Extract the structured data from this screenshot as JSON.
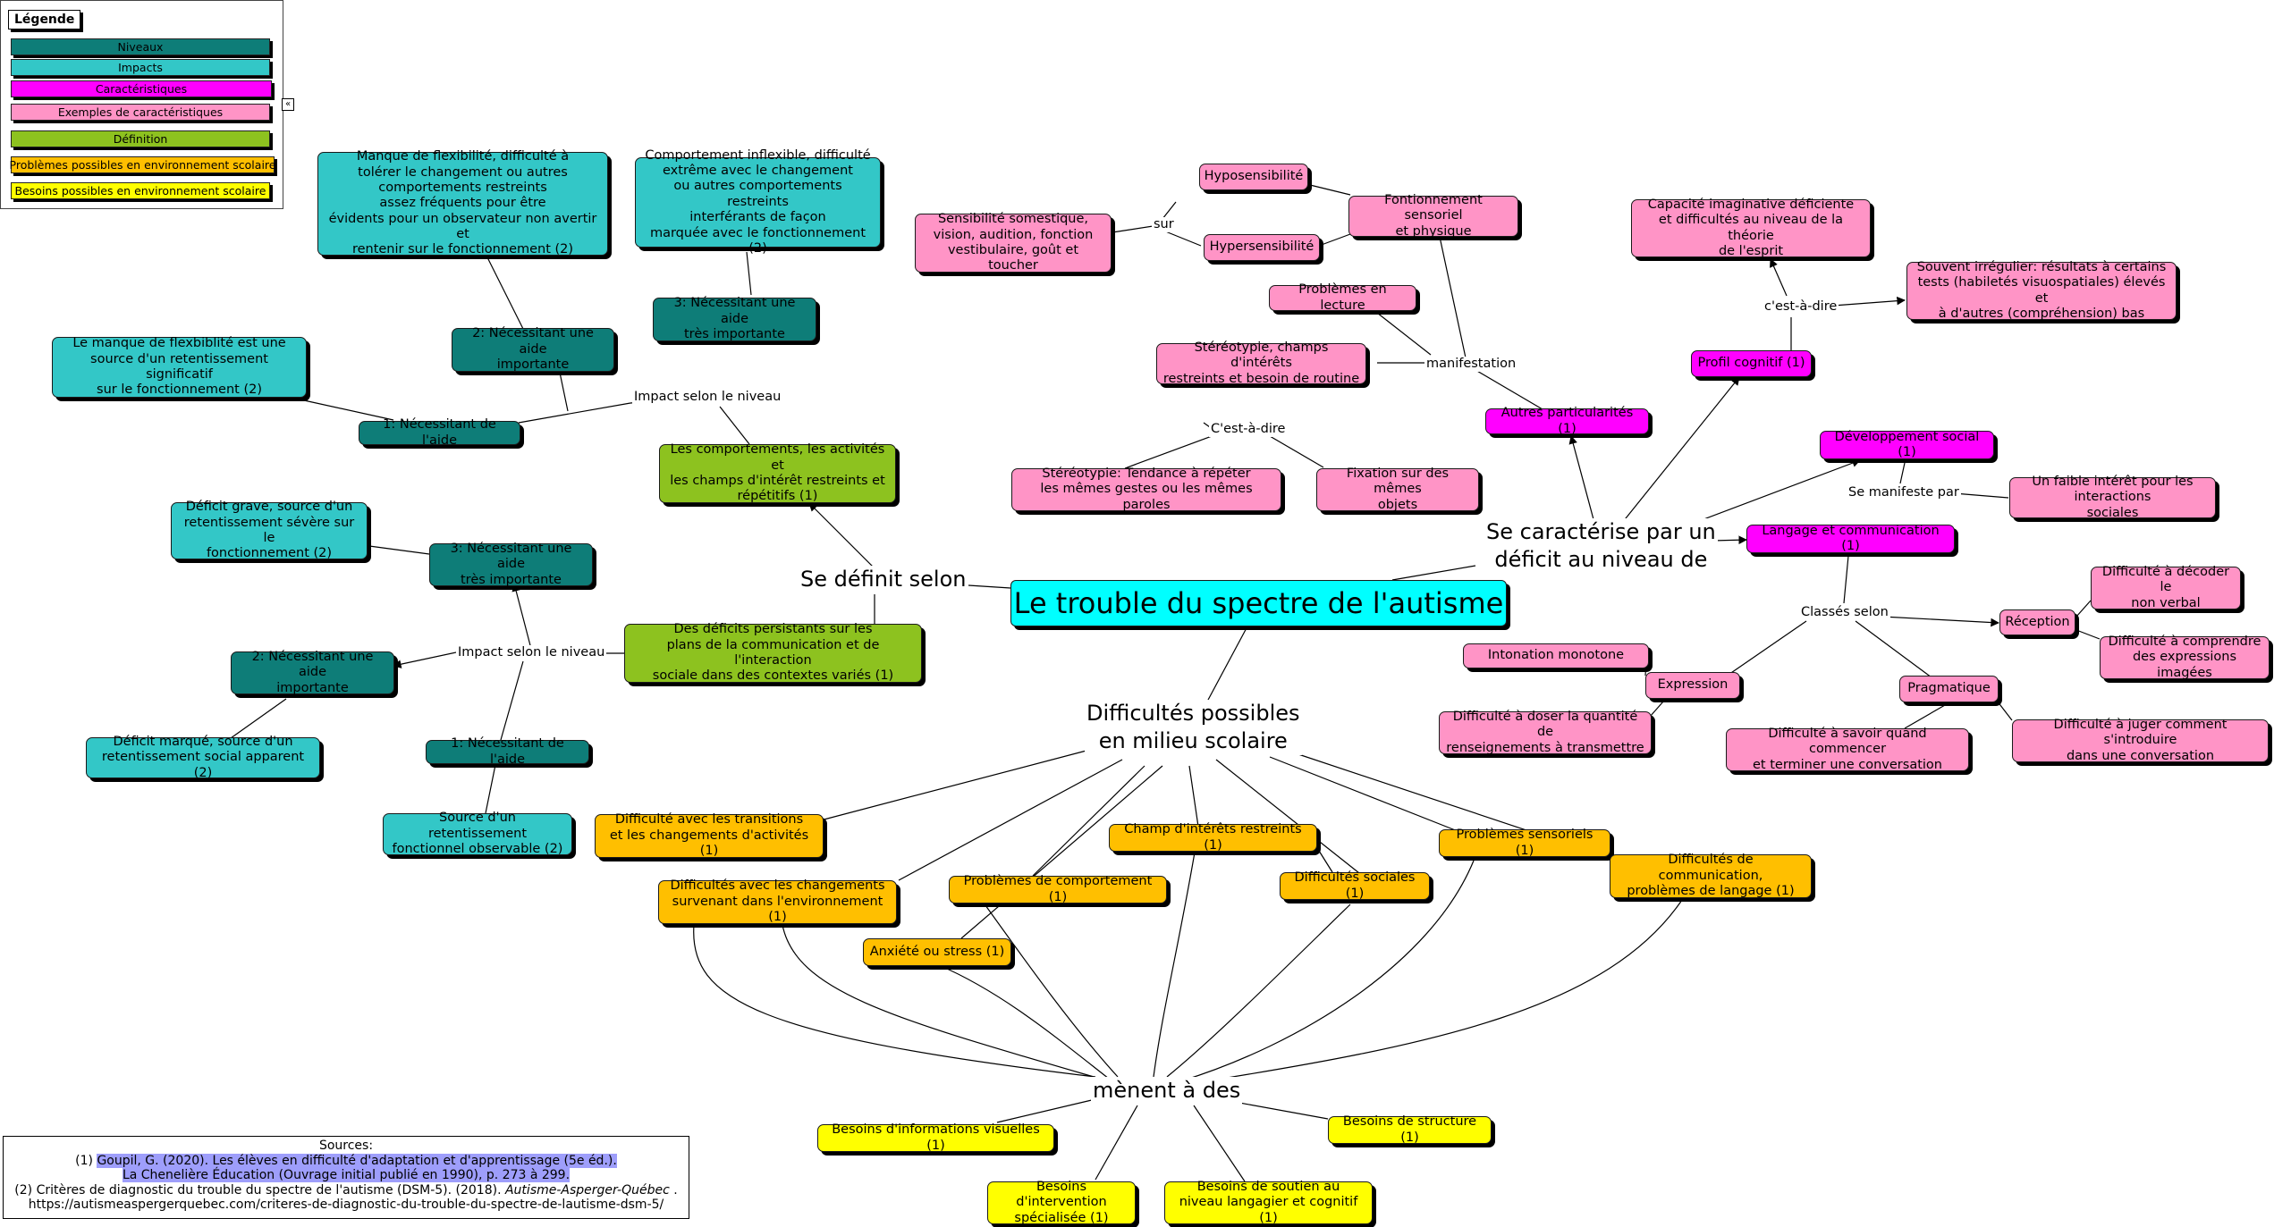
{
  "legend": {
    "title": "Légende",
    "items": [
      {
        "label": "Niveaux",
        "color": "#0e7d78"
      },
      {
        "label": "Impacts",
        "color": "#33c7c7"
      },
      {
        "label": "Caractéristiques",
        "color": "#ff00ff"
      },
      {
        "label": "Exemples de caractéristiques",
        "color": "#ff94c6"
      },
      {
        "label": "Définition",
        "color": "#8dc21f"
      },
      {
        "label": "Problèmes possibles en environnement scolaire",
        "color": "#ffbf00"
      },
      {
        "label": "Besoins possibles en environnement scolaire",
        "color": "#ffff00"
      }
    ],
    "toggle": "«"
  },
  "root": "Le trouble du spectre de l'autisme",
  "labels": {
    "se_definit": "Se définit selon",
    "se_caracterise": "Se caractérise par un\ndéficit au niveau de",
    "difficultes": "Difficultés possibles\nen milieu scolaire",
    "menent": "mènent à des",
    "impact_top": "Impact selon le niveau",
    "impact_bottom": "Impact selon le niveau",
    "sur": "sur",
    "manifestation": "manifestation",
    "cest_a_dire_1": "C'est-à-dire",
    "cest_a_dire_2": "c'est-à-dire",
    "se_manifeste": "Se manifeste par",
    "classes_selon": "Classés selon"
  },
  "nodes": {
    "def_rrb": "Les comportements, les activités et\nles champs d'intérêt restreints et\nrépétitifs (1)",
    "def_com": "Des déficits persistants sur les\nplans de la communication et de l'interaction\nsociale dans des contextes variés (1)",
    "lvl_top_1": "1: Nécessitant de l'aide",
    "lvl_top_2": "2: Nécessitant une aide\nimportante",
    "lvl_top_3": "3: Nécessitant une aide\ntrès importante",
    "imp_top_1": "Le manque de flexbiblité est une\nsource d'un retentissement significatif\nsur le fonctionnement (2)",
    "imp_top_2": "Manque de flexibilité, difficulté à\ntolérer le changement ou autres\ncomportements restreints\nassez fréquents pour être\névidents pour un observateur non avertir et\nrentenir sur le fonctionnement (2)",
    "imp_top_3": "Comportement inflexible, difficulté\nextrême avec le changement\nou autres comportements restreints\ninterférants de façon\nmarquée avec le fonctionnement (2)",
    "lvl_bot_3": "3: Nécessitant une aide\ntrès importante",
    "lvl_bot_2": "2: Nécessitant une aide\nimportante",
    "lvl_bot_1": "1: Nécessitant de l'aide",
    "imp_bot_3": "Déficit grave, source d'un\nretentissement sévère sur le\nfonctionnement (2)",
    "imp_bot_2": "Déficit marqué, source d'un\nretentissement social apparent (2)",
    "imp_bot_1": "Source d'un retentissement\nfonctionnel observable (2)",
    "hyposensibilite": "Hyposensibilité",
    "hypersensibilite": "Hypersensibilité",
    "sensibilite": "Sensibilité somestique,\nvision, audition, fonction\nvestibulaire, goût et toucher",
    "fonctionnement_sensoriel": "Fontionnement sensoriel\net physique",
    "problemes_lecture": "Problèmes en lecture",
    "stereotypie": "Stéréotypie, champs d'intérêts\nrestreints et besoin de routine",
    "stereotypie_def": "Stéréotypie: Tendance à répéter\nles mêmes gestes ou les mêmes paroles",
    "fixation": "Fixation sur des mêmes\nobjets",
    "autres_particularites": "Autres particularités (1)",
    "profil_cognitif": "Profil cognitif (1)",
    "capacite_imaginative": "Capacité imaginative déficiente\net difficultés au niveau de la théorie\nde l'esprit",
    "souvent_irregulier": "Souvent irrégulier: résultats à certains\ntests (habiletés visuospatiales) élevés et\nà d'autres (compréhension) bas",
    "developpement_social": "Développement social (1)",
    "faible_interet": "Un faible intérêt pour les interactions\nsociales",
    "langage": "Langage et communication (1)",
    "reception": "Réception",
    "decoder": "Difficulté à décoder le\nnon verbal",
    "expressions_imagees": "Difficulté à comprendre\ndes expressions imagées",
    "expression": "Expression",
    "intonation": "Intonation monotone",
    "doser": "Difficulté à doser la quantité de\nrenseignements à transmettre",
    "pragmatique": "Pragmatique",
    "commencer": "Difficulté à savoir quand commencer\net terminer une conversation",
    "introduire": "Difficulté à juger comment s'introduire\ndans une conversation",
    "pb_transitions": "Difficulté avec les transitions\net les changements d'activités (1)",
    "pb_changements": "Difficultés avec les changements\nsurvenant dans l'environnement (1)",
    "pb_comportement": "Problèmes de comportement (1)",
    "pb_anxiete": "Anxiété ou stress (1)",
    "pb_interets": "Champ d'intérêts restreints (1)",
    "pb_sociales": "Difficultés sociales (1)",
    "pb_sensoriels": "Problèmes sensoriels (1)",
    "pb_communication": "Difficultés de communication,\nproblèmes de langage (1)",
    "bs_visuelles": "Besoins d'informations visuelles (1)",
    "bs_intervention": "Besoins d'intervention\nspécialisée (1)",
    "bs_soutien": "Besoins de soutien au\nniveau langagier et cognitif (1)",
    "bs_structure": "Besoins de structure (1)"
  },
  "sources": {
    "title": "Sources:",
    "s1_num": "(1) ",
    "s1_line1": "Goupil, G. (2020). Les élèves en difficulté d'adaptation et d'apprentissage (5e éd.).",
    "s1_line2": "La Chenelière Éducation (Ouvrage initial publié en 1990), p. 273 à 299.",
    "s2_line1_a": "(2) Critères de diagnostic du trouble du spectre de l'autisme (DSM-5). (2018). ",
    "s2_line1_b": "Autisme-Asperger-Québec",
    "s2_line1_c": " .",
    "s2_line2": "https://autismeaspergerquebec.com/criteres-de-diagnostic-du-trouble-du-spectre-de-lautisme-dsm-5/"
  }
}
